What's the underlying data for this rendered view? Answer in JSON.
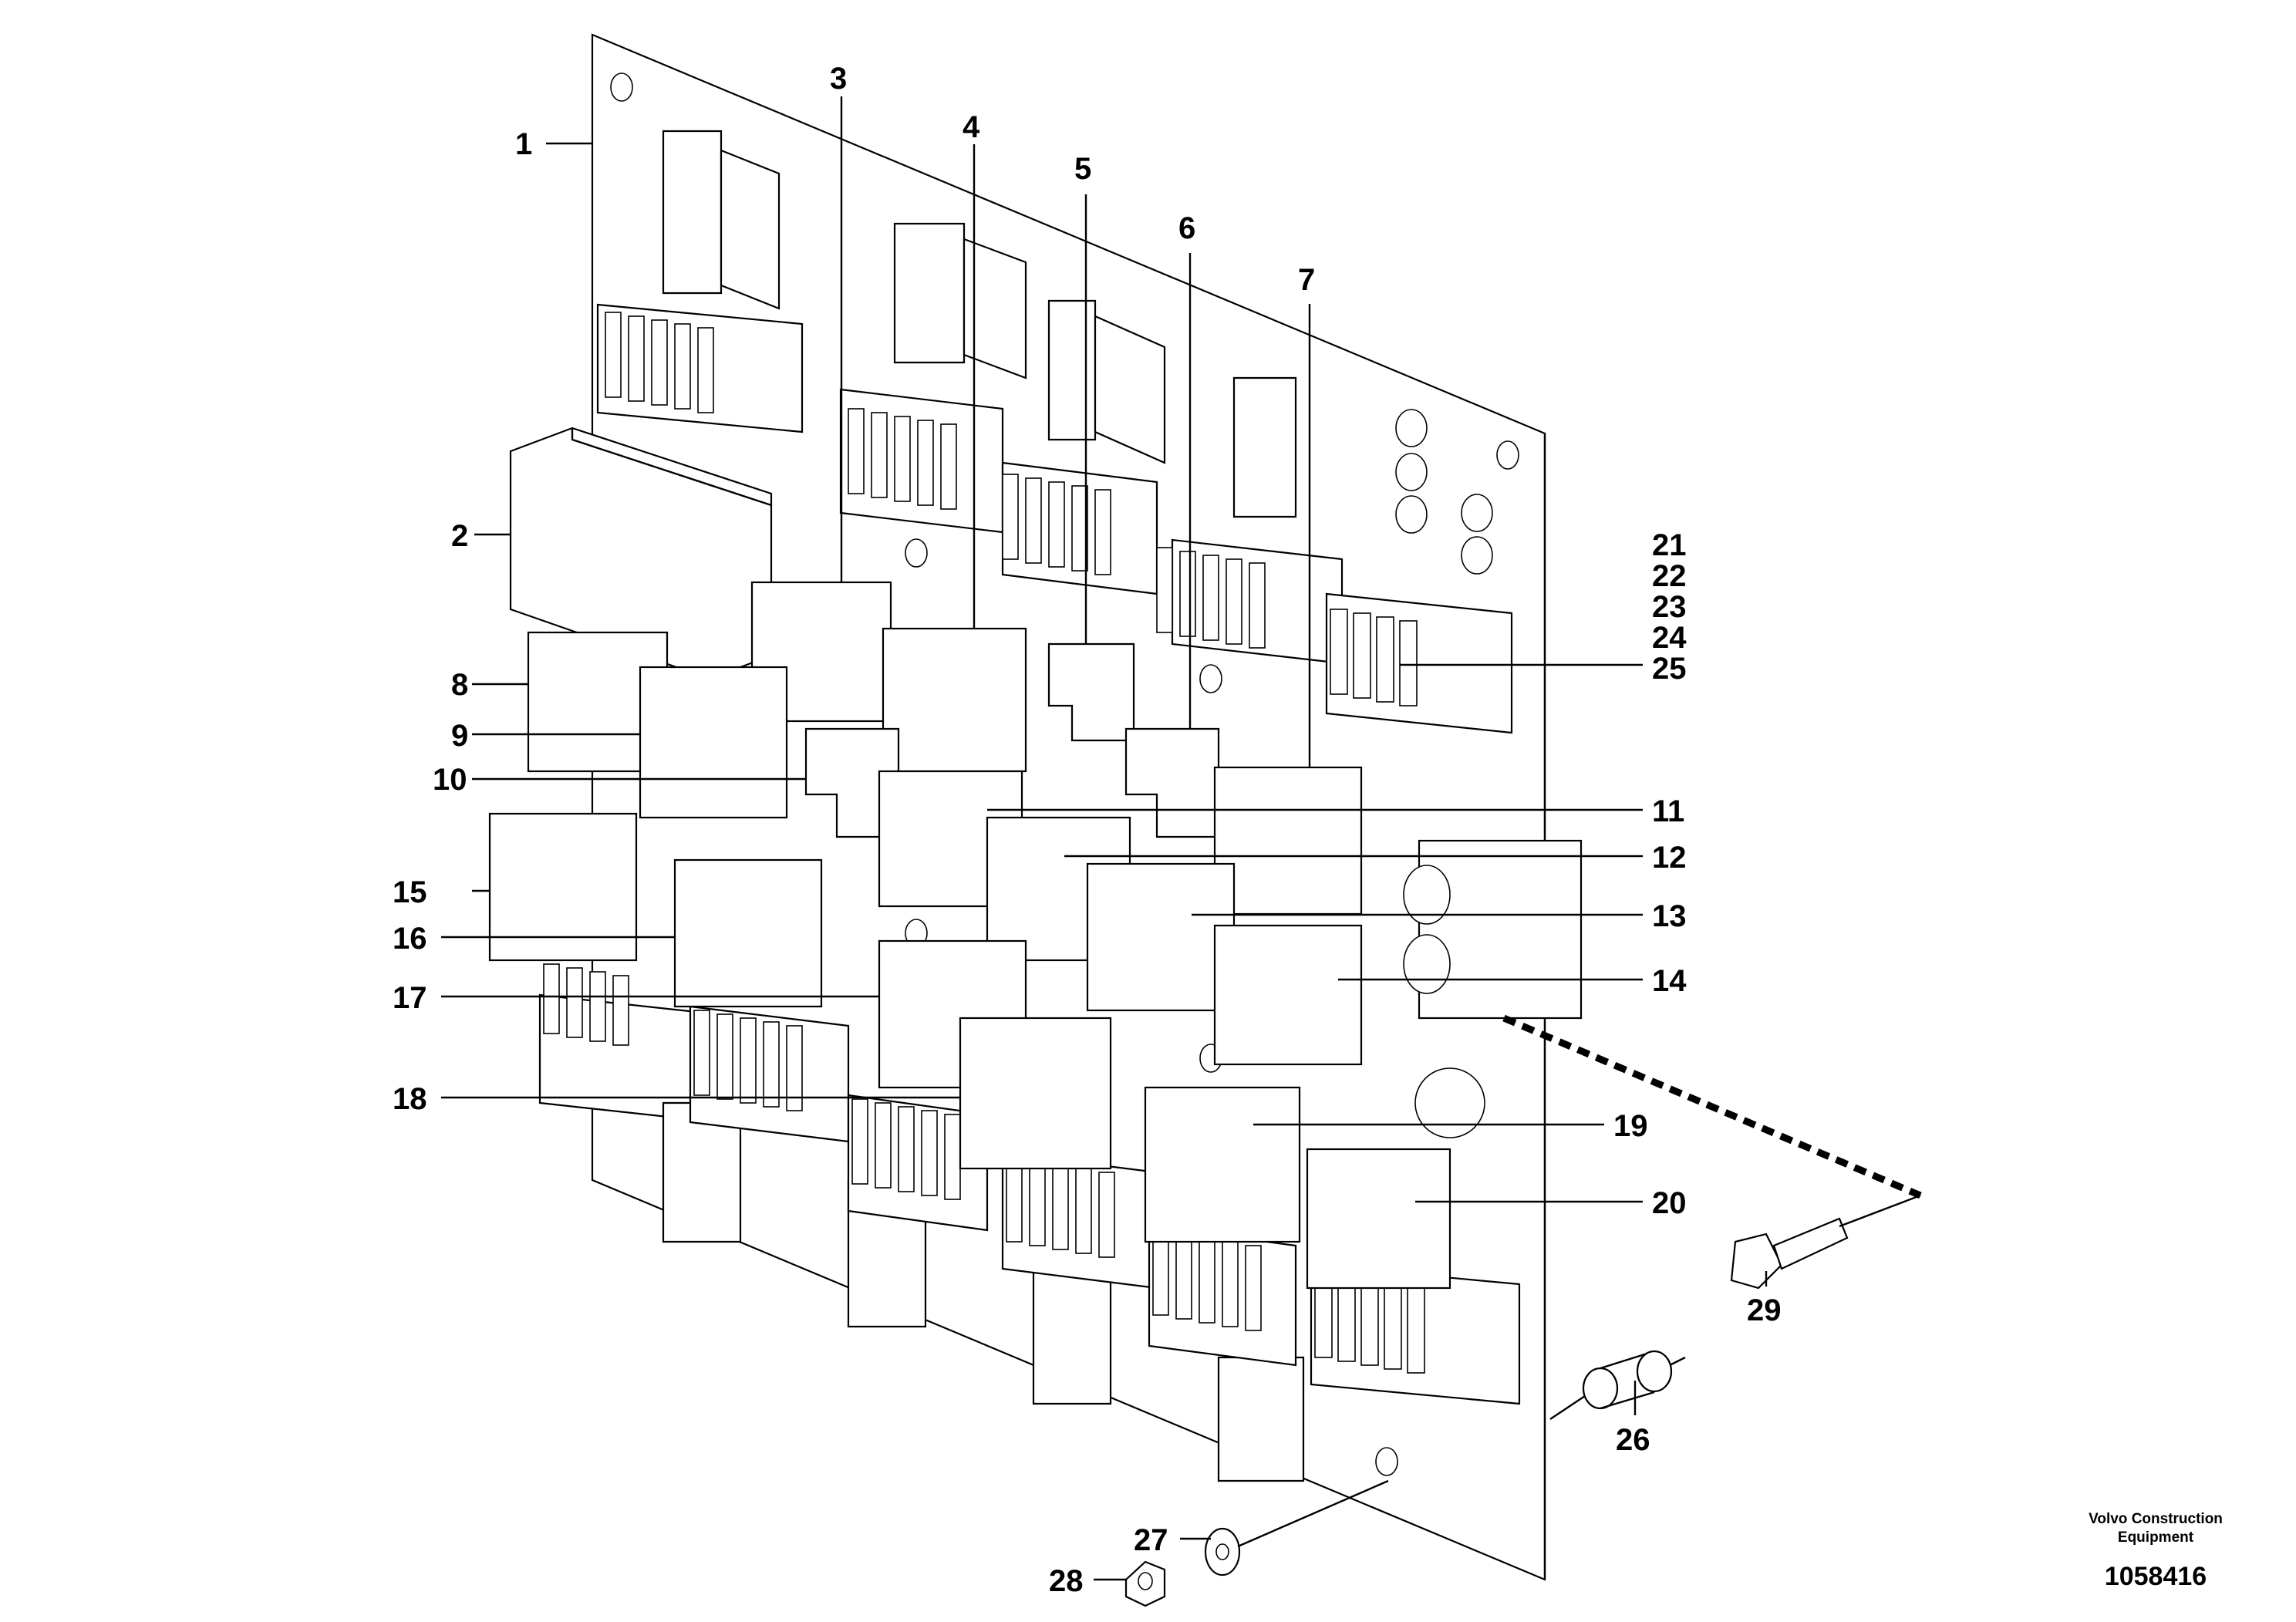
{
  "diagram": {
    "callouts": [
      "1",
      "2",
      "3",
      "4",
      "5",
      "6",
      "7",
      "8",
      "9",
      "10",
      "11",
      "12",
      "13",
      "14",
      "15",
      "16",
      "17",
      "18",
      "19",
      "20",
      "21",
      "22",
      "23",
      "24",
      "25",
      "26",
      "27",
      "28",
      "29"
    ],
    "brand_line1": "Volvo Construction",
    "brand_line2": "Equipment",
    "part_number": "1058416"
  }
}
